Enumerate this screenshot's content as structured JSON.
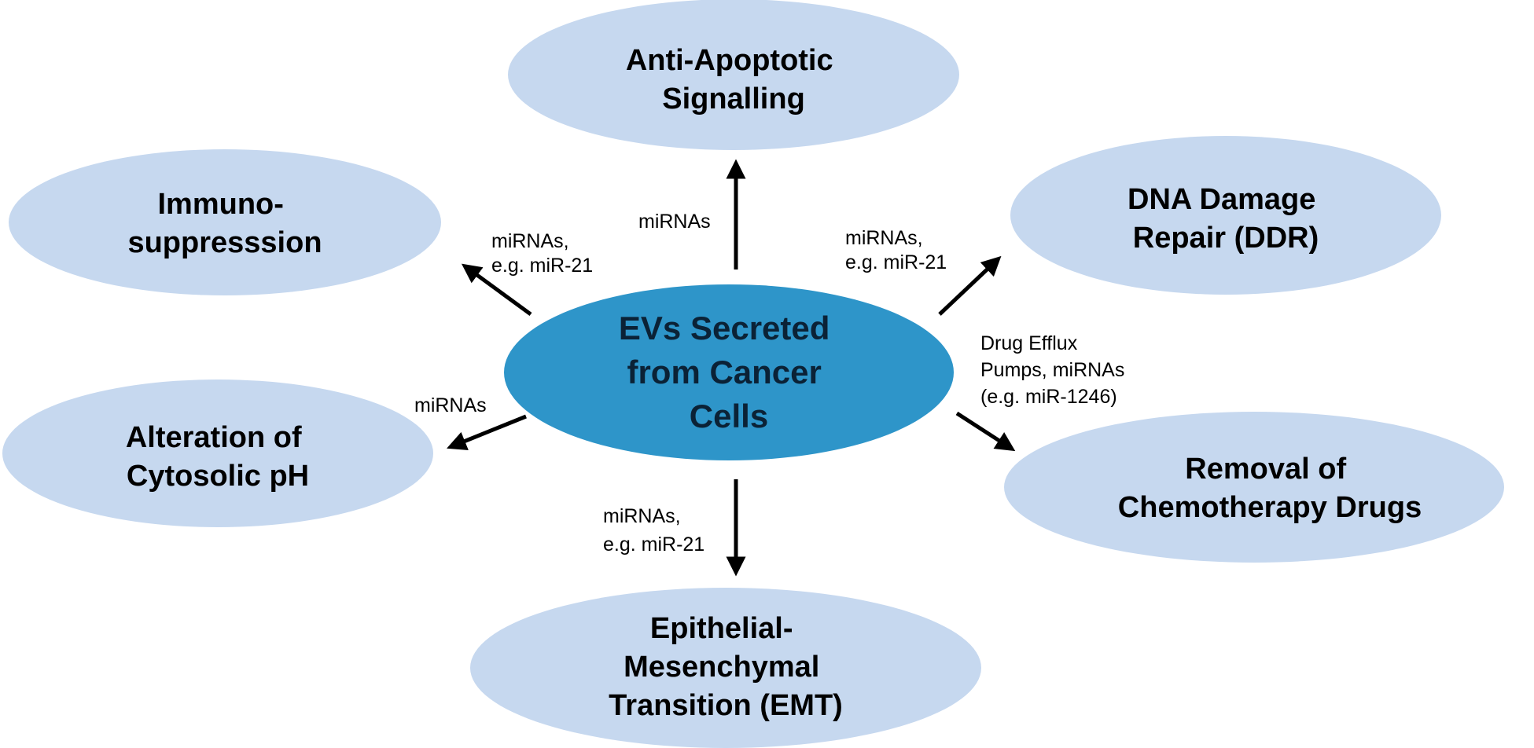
{
  "colors": {
    "center_fill": "#2e95c9",
    "outer_fill": "#c6d8ef",
    "arrow": "#000000",
    "text": "#000000"
  },
  "center": {
    "lines": [
      "EVs Secreted",
      "from Cancer",
      "Cells"
    ]
  },
  "outcomes": {
    "anti_apoptotic": {
      "lines": [
        "Anti-Apoptotic",
        "Signalling"
      ]
    },
    "immuno": {
      "lines": [
        "Immuno-",
        "suppresssion"
      ]
    },
    "dna": {
      "lines": [
        "DNA Damage",
        "Repair (DDR)"
      ]
    },
    "ph": {
      "lines": [
        "Alteration of",
        "Cytosolic pH"
      ]
    },
    "chemo": {
      "lines": [
        "Removal of",
        "Chemotherapy Drugs"
      ]
    },
    "emt": {
      "lines": [
        "Epithelial-",
        "Mesenchymal",
        "Transition (EMT)"
      ]
    }
  },
  "edge_labels": {
    "anti_apoptotic": [
      "miRNAs"
    ],
    "immuno": [
      "miRNAs,",
      "e.g. miR-21"
    ],
    "dna": [
      "miRNAs,",
      "e.g. miR-21"
    ],
    "ph": [
      "miRNAs"
    ],
    "chemo": [
      "Drug Efflux",
      "Pumps, miRNAs",
      "(e.g. miR-1246)"
    ],
    "emt": [
      "miRNAs,",
      "e.g. miR-21"
    ]
  }
}
